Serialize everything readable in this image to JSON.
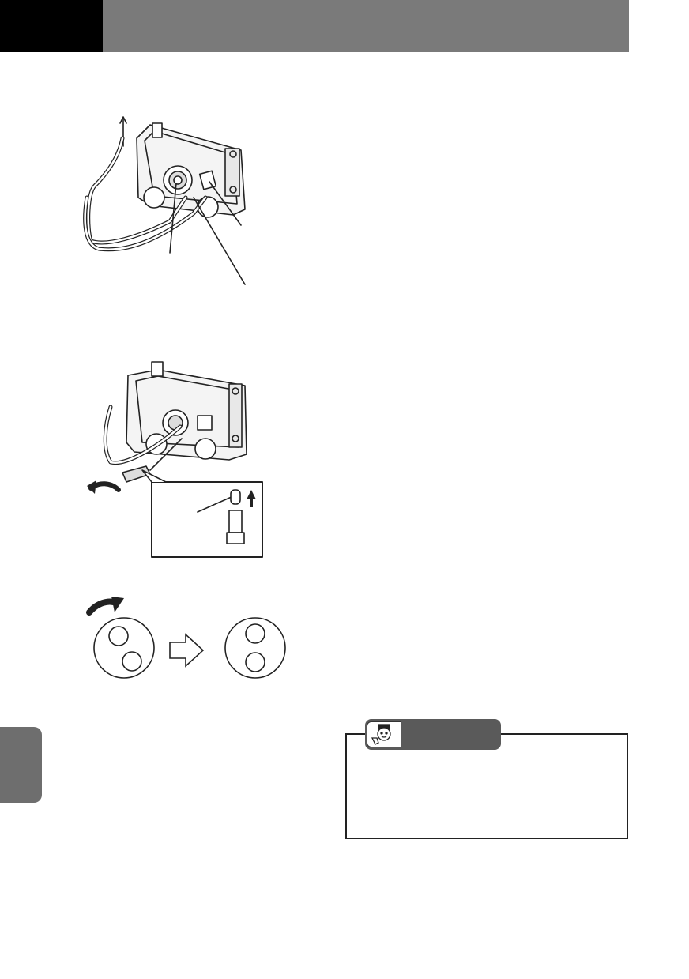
{
  "page": {
    "header": {
      "section_title": ""
    },
    "side_tab": {
      "label": ""
    },
    "figures": [
      {
        "name": "headlight-rear-wiring",
        "callouts": []
      },
      {
        "name": "side-marker-bulb-removal",
        "callouts": []
      },
      {
        "name": "socket-rotation-diagram",
        "callouts": []
      }
    ],
    "note": {
      "label": "",
      "text": ""
    },
    "icons": {
      "rotate": "curved-arrow-icon",
      "direction": "right-arrow-icon",
      "pull": "up-arrow-icon",
      "mechanic": "mechanic-icon"
    },
    "colors": {
      "header_black": "#000000",
      "header_gray": "#7a7a7a",
      "tab_gray": "#6e6e6e",
      "line": "#222222"
    }
  }
}
